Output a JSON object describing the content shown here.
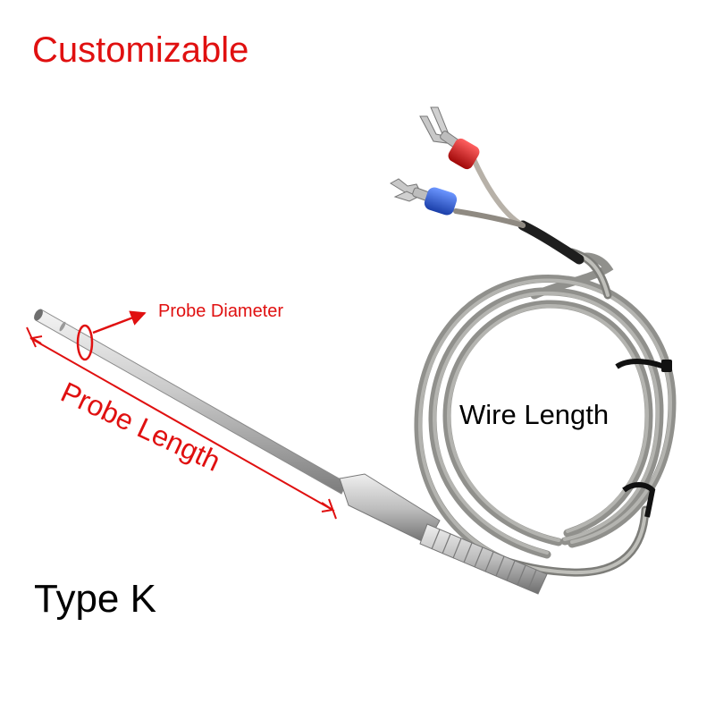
{
  "title": "Customizable",
  "type_label": "Type K",
  "wire_length_label": "Wire Length",
  "probe_diameter_label": "Probe Diameter",
  "probe_length_label": "Probe Length",
  "colors": {
    "annotation": "#e01010",
    "text": "#000000",
    "steel": "#b8b8b8",
    "braid": "#9a9a96",
    "red_terminal": "#d61a1a",
    "blue_terminal": "#2a5ad6"
  }
}
